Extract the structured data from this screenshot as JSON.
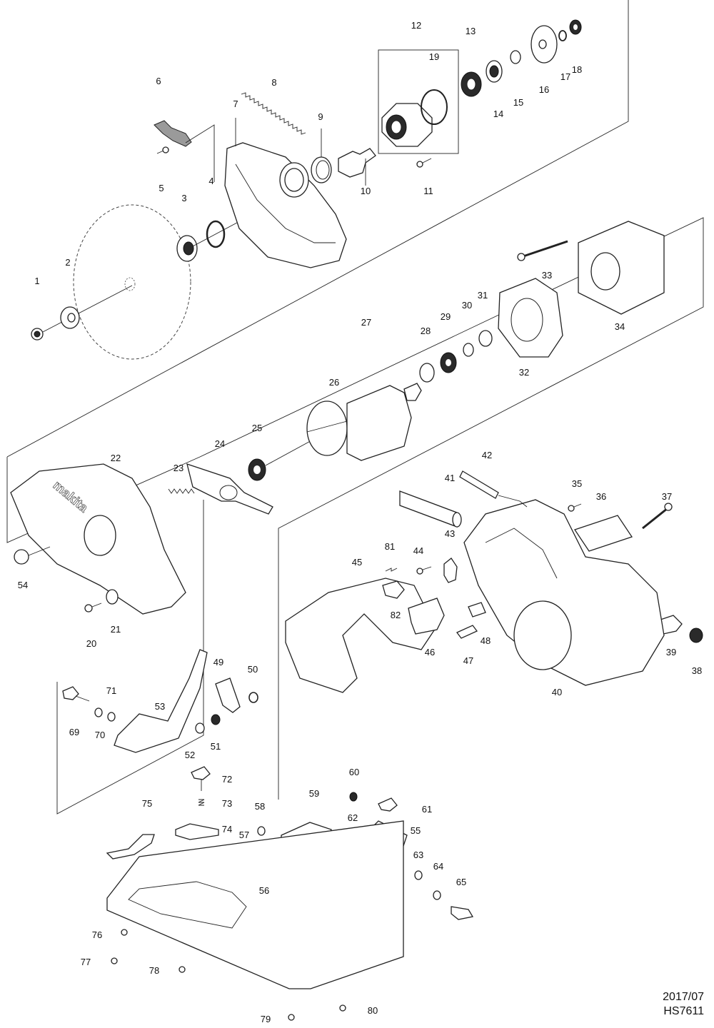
{
  "footer": {
    "date": "2017/07",
    "model": "HS7611"
  },
  "part_labels": [
    "1",
    "2",
    "3",
    "4",
    "5",
    "6",
    "7",
    "8",
    "9",
    "10",
    "11",
    "12",
    "13",
    "14",
    "15",
    "16",
    "17",
    "18",
    "19",
    "20",
    "21",
    "22",
    "23",
    "24",
    "25",
    "26",
    "27",
    "28",
    "29",
    "30",
    "31",
    "32",
    "33",
    "34",
    "35",
    "36",
    "37",
    "38",
    "39",
    "40",
    "41",
    "42",
    "43",
    "44",
    "45",
    "46",
    "47",
    "48",
    "49",
    "50",
    "51",
    "52",
    "53",
    "54",
    "55",
    "56",
    "57",
    "58",
    "59",
    "60",
    "61",
    "62",
    "63",
    "64",
    "65",
    "69",
    "70",
    "71",
    "72",
    "73",
    "74",
    "75",
    "76",
    "77",
    "78",
    "79",
    "80",
    "81",
    "82"
  ],
  "brand_logo_text": "makita"
}
